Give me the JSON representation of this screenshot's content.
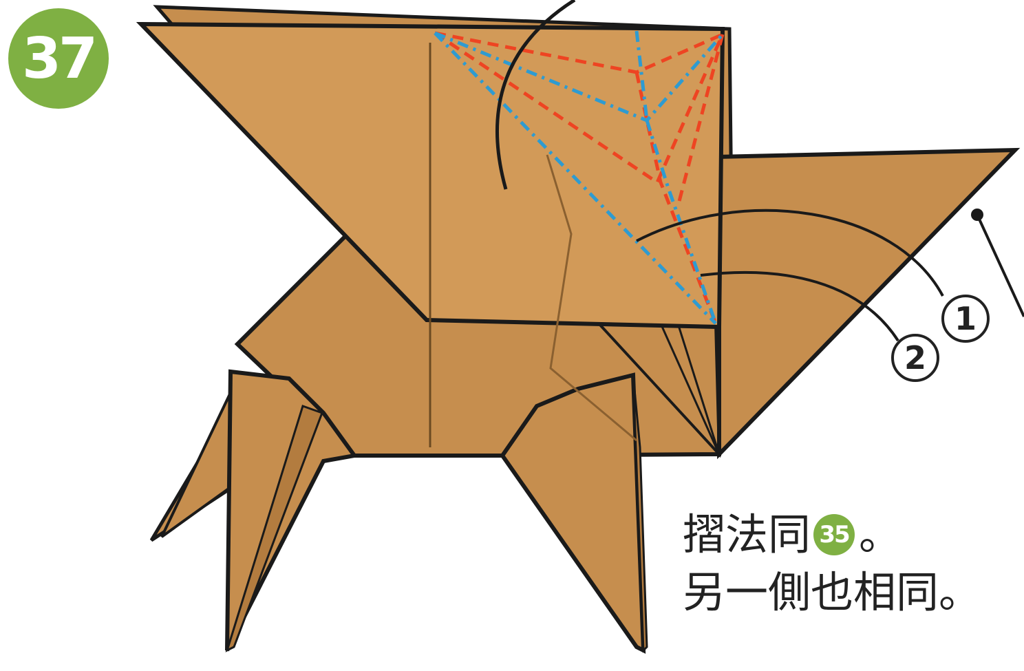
{
  "step": {
    "number": "37"
  },
  "caption": {
    "line1_before": "摺法同",
    "line1_ref": "35",
    "line1_after": "。",
    "line2": "另一側也相同。"
  },
  "markers": {
    "first": "1",
    "second": "2"
  },
  "colors": {
    "paper": "#c68e4e",
    "paper_light": "#d29a58",
    "outline": "#1a1a1a",
    "valley_fold": "#ee4422",
    "mountain_fold": "#2e9bd1",
    "badge": "#7fb043"
  }
}
